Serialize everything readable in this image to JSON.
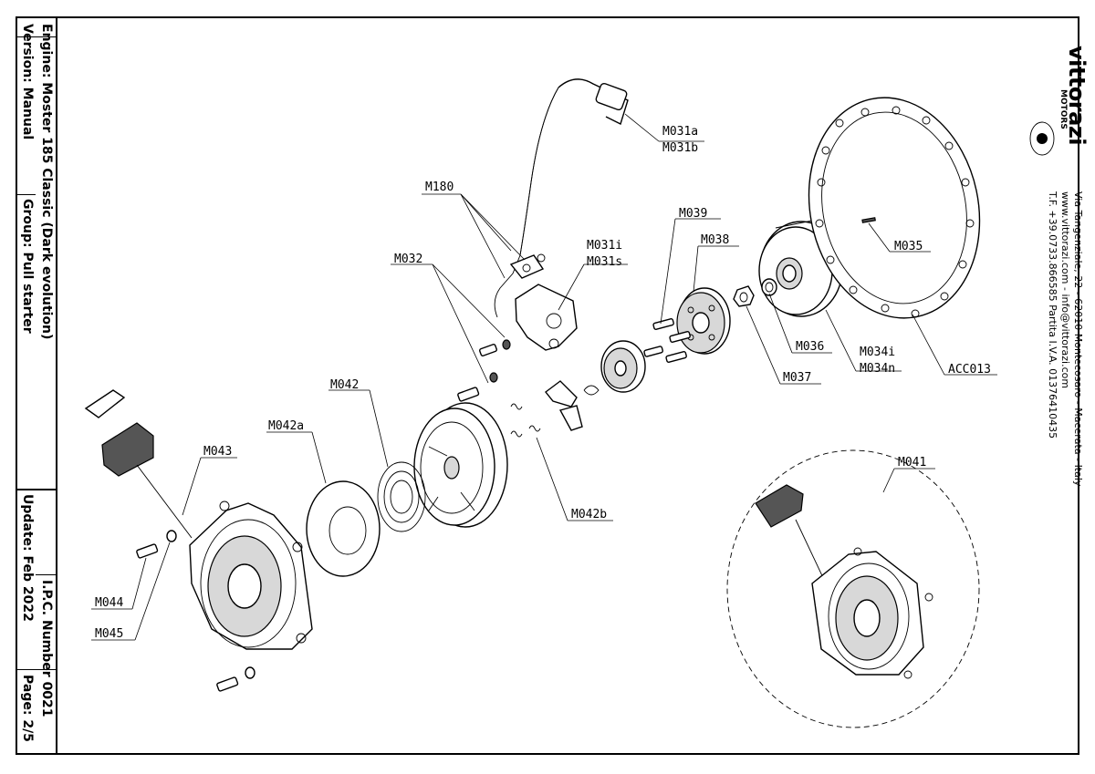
{
  "title_block": {
    "engine": "Engine: Moster 185 Classic (Dark evolution)",
    "version": "Version: Manual",
    "group": "Group: Pull starter",
    "update": "Update: Feb 2022",
    "ipc": "I.P.C. Number 0021",
    "page": "Page: 2/5"
  },
  "company": {
    "brand": "vittorazi",
    "sub": "MOTORS",
    "address": "Via Tangenziale, 22 - 62010 Montecosaro - Macerata - Italy",
    "web": "www.vittorazi.com - info@vittorazi.com",
    "phone": "T.F. +39.0733.866585 Partita I.V.A. 01376410435"
  },
  "labels": {
    "M031a": "M031a",
    "M031b": "M031b",
    "M180": "M180",
    "M031i": "M031i",
    "M031s": "M031s",
    "M039": "M039",
    "M038": "M038",
    "M035": "M035",
    "M032": "M032",
    "M036": "M036",
    "M034i": "M034i",
    "M034n": "M034n",
    "M037": "M037",
    "ACC013": "ACC013",
    "M042": "M042",
    "M042a": "M042a",
    "M043": "M043",
    "M042b": "M042b",
    "M041": "M041",
    "M044": "M044",
    "M045": "M045"
  }
}
